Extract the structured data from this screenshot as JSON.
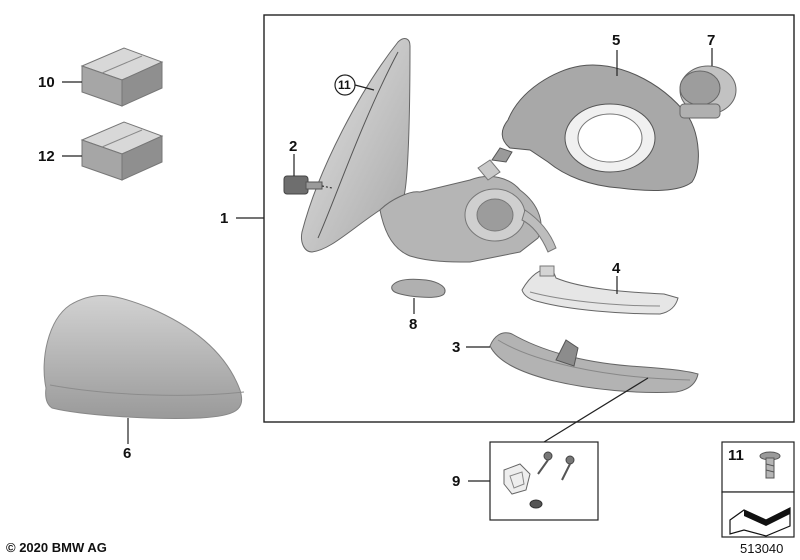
{
  "callouts": {
    "c1": "1",
    "c2": "2",
    "c3": "3",
    "c4": "4",
    "c5": "5",
    "c6": "6",
    "c7": "7",
    "c8": "8",
    "c9": "9",
    "c10": "10",
    "c11_circled": "11",
    "c11_box": "11",
    "c12": "12"
  },
  "footer": {
    "copyright": "© 2020 BMW AG",
    "diagram_number": "513040"
  },
  "colors": {
    "part_fill": "#bfbfbf",
    "part_dark": "#8a8a8a",
    "line": "#222222"
  }
}
